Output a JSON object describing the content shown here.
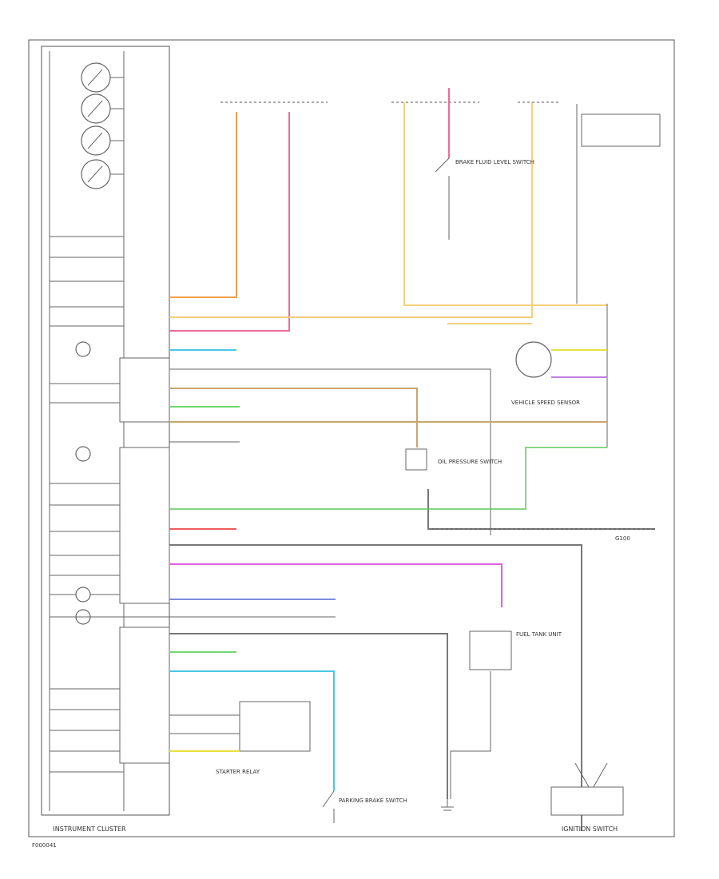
{
  "labels": {
    "cluster_title": "INSTRUMENT CLUSTER",
    "ignition_switch": "IGNITION SWITCH",
    "starter_relay": "STARTER RELAY",
    "fuel_tank_unit": "FUEL TANK UNIT",
    "vss": "VEHICLE SPEED SENSOR",
    "oil_pressure_sw": "OIL PRESSURE SWITCH",
    "brake_switch": "BRAKE FLUID LEVEL SWITCH",
    "parking_brake": "PARKING BRAKE SWITCH",
    "ground": "G100",
    "page_id": "F000041"
  },
  "colors": {
    "orange": "#f4a050",
    "pink": "#f06a9a",
    "tan": "#f3d07a",
    "cyan": "#49c7e8",
    "yellow": "#e8e040",
    "violet": "#c080e0",
    "brown": "#c9a66b",
    "green": "#5cc85c",
    "red": "#f05a5a",
    "magenta": "#e060e0",
    "blue": "#7c8ce0",
    "lightgreen": "#70d870",
    "gray": "#777777"
  }
}
